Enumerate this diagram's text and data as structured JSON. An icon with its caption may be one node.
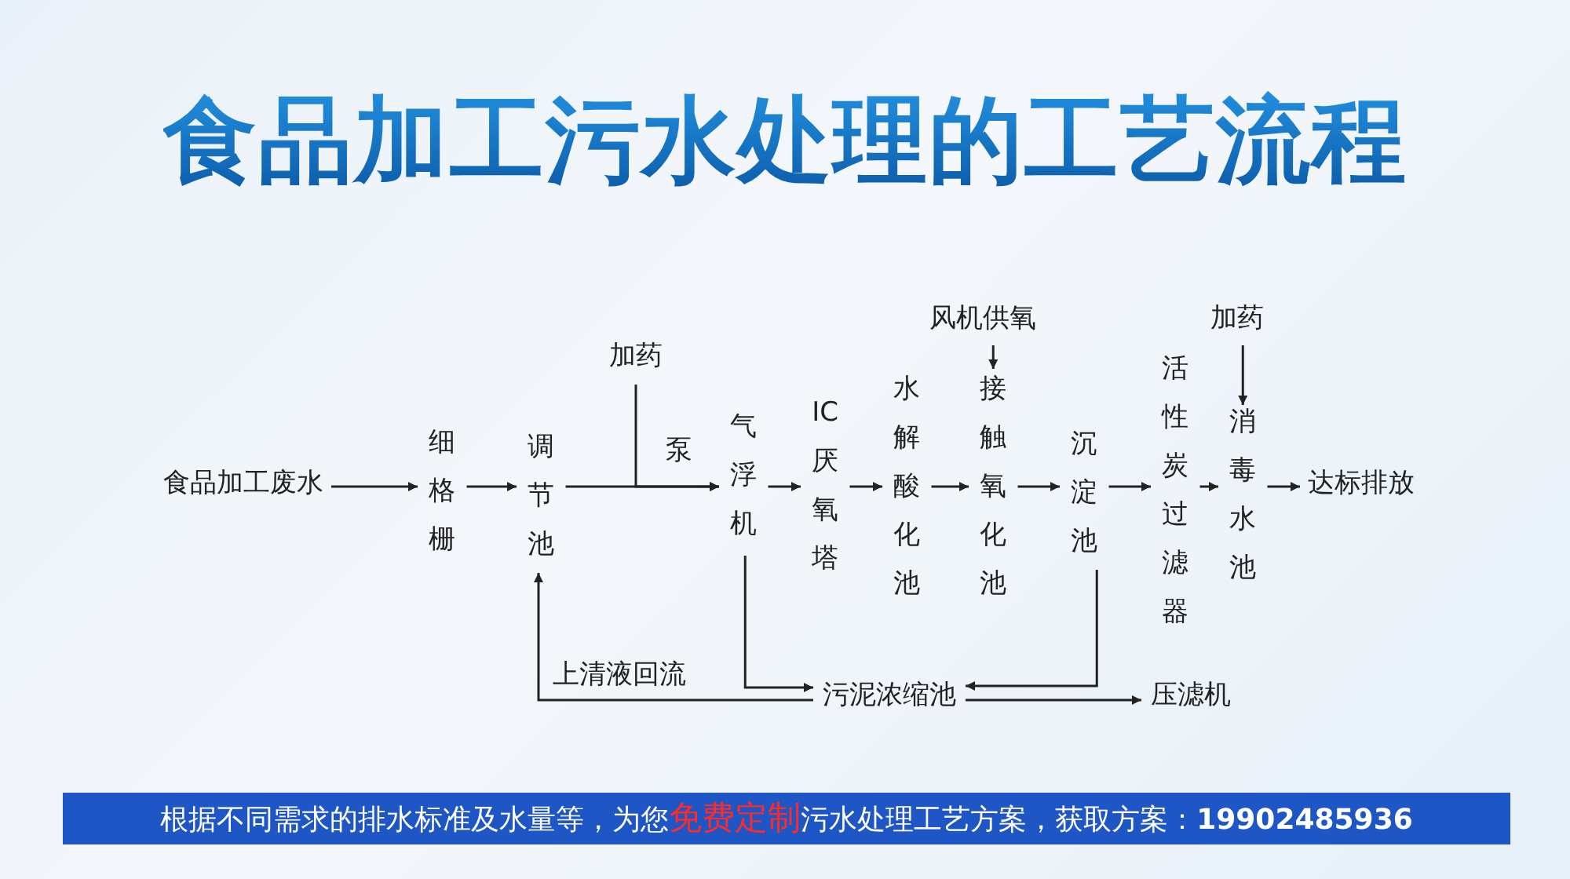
{
  "diagram": {
    "title": "食品加工污水处理的工艺流程",
    "nodes": [
      {
        "text": [
          "食品加工废水"
        ]
      },
      {
        "text": [
          "细格栅"
        ]
      },
      {
        "text": [
          "调节池"
        ]
      },
      {
        "text": [
          "气浮机"
        ]
      },
      {
        "text": [
          "IC厌氧塔"
        ]
      },
      {
        "text": [
          "水解酸化池"
        ]
      },
      {
        "text": [
          "接触氧化池"
        ]
      },
      {
        "text": [
          "沉淀池"
        ]
      },
      {
        "text": [
          "活性炭过滤器"
        ]
      },
      {
        "text": [
          "消毒水池"
        ]
      },
      {
        "text": [
          "达标排放"
        ]
      },
      {
        "text": [
          "污泥浓缩池"
        ]
      },
      {
        "text": [
          "压滤机"
        ]
      },
      {
        "text": [
          "加药"
        ]
      },
      {
        "text": [
          "风机供氧"
        ]
      },
      {
        "text": [
          "加药"
        ]
      }
    ],
    "edges": [
      {
        "from": 0,
        "to": 1,
        "arrow": "to"
      },
      {
        "from": 1,
        "to": 2,
        "arrow": "to"
      },
      {
        "from": 2,
        "to": 3,
        "arrow": "to",
        "label": "泵"
      },
      {
        "from": 13,
        "to": 3,
        "arrow": "to"
      },
      {
        "from": 3,
        "to": 4,
        "arrow": "to"
      },
      {
        "from": 4,
        "to": 5,
        "arrow": "to"
      },
      {
        "from": 5,
        "to": 6,
        "arrow": "to"
      },
      {
        "from": 14,
        "to": 6,
        "arrow": "to"
      },
      {
        "from": 6,
        "to": 7,
        "arrow": "to"
      },
      {
        "from": 7,
        "to": 8,
        "arrow": "to"
      },
      {
        "from": 8,
        "to": 9,
        "arrow": "to"
      },
      {
        "from": 15,
        "to": 9,
        "arrow": "to"
      },
      {
        "from": 9,
        "to": 10,
        "arrow": "to"
      },
      {
        "from": 3,
        "to": 11,
        "arrow": "to"
      },
      {
        "from": 7,
        "to": 11,
        "arrow": "to"
      },
      {
        "from": 11,
        "to": 2,
        "arrow": "to",
        "label": "上清液回流"
      },
      {
        "from": 11,
        "to": 12,
        "arrow": "to"
      }
    ],
    "labels": [
      "根据不同需求的排水标准及水量等，为您**免费定制**污水处理工艺方案，获取方案：**19902485936**"
    ]
  }
}
